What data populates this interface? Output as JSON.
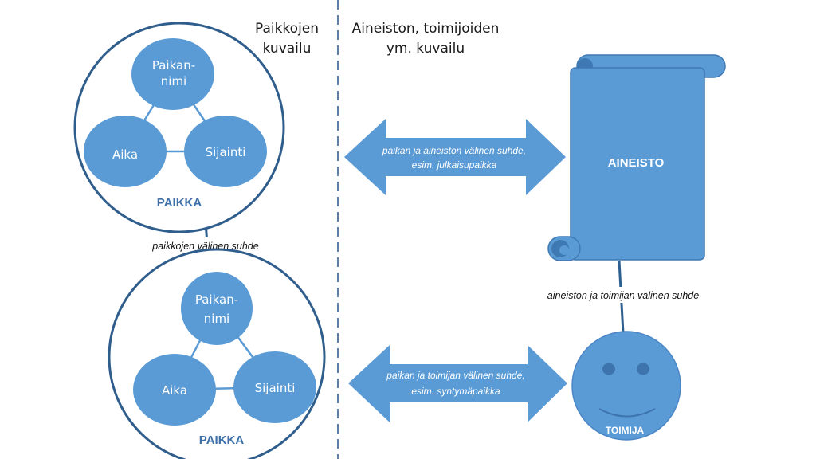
{
  "headers": {
    "left_line1": "Paikkojen",
    "left_line2": "kuvailu",
    "right_line1": "Aineiston, toimijoiden",
    "right_line2": "ym. kuvailu"
  },
  "place_top": {
    "name_line1": "Paikan-",
    "name_line2": "nimi",
    "time": "Aika",
    "location": "Sijainti",
    "label": "PAIKKA"
  },
  "place_bottom": {
    "name_line1": "Paikan-",
    "name_line2": "nimi",
    "time": "Aika",
    "location": "Sijainti",
    "label": "PAIKKA"
  },
  "relations": {
    "places": "paikkojen välinen suhde",
    "material_agent": "aineiston ja toimijan välinen suhde"
  },
  "arrows": {
    "top_line1": "paikan ja aineiston välinen suhde,",
    "top_line2": "esim. julkaisupaikka",
    "bottom_line1": "paikan ja toimijan välinen suhde,",
    "bottom_line2": "esim. syntymäpaikka"
  },
  "material": {
    "label": "AINEISTO"
  },
  "agent": {
    "label": "TOIMIJA"
  },
  "colors": {
    "fill": "#5b9bd5",
    "outline": "#2f5d8c",
    "connector": "#2e5f8f",
    "divider": "#5b7fa6"
  }
}
